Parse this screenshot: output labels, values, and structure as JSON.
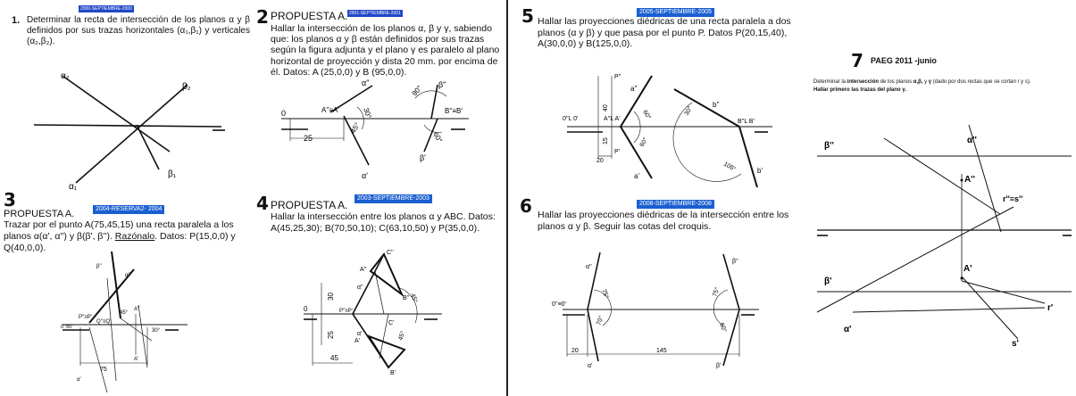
{
  "p1": {
    "num": "1.",
    "badge": "2000-SEPTIEMBRE-2000",
    "text": "Determinar la recta de intersección de los planos α y β definidos por sus trazas horizontales (α₁,β₁) y verticales (α₂,β₂).",
    "labels": {
      "a2": "α₂",
      "b2": "β₂",
      "b1": "β₁",
      "a1": "α₁"
    }
  },
  "p2": {
    "num": "2",
    "head": "PROPUESTA A.",
    "badge": "2001-SEPTIEMBRE-2001",
    "text": "Hallar la intersección de los planos α, β y γ, sabiendo que: los planos α y β están definidos por sus trazas según la figura adjunta y el plano γ es paralelo al plano horizontal de proyección y dista 20 mm. por encima de él. Datos: A (25,0,0) y B (95,0,0).",
    "labels": {
      "o": "0",
      "a2": "α''",
      "b2": "β''",
      "a1": "α'",
      "b1": "β'",
      "aa": "A''≡A'",
      "bb": "B''≡B'",
      "d25": "25",
      "g30": "30°",
      "g45": "45°",
      "g60": "60°",
      "g90": "90°"
    }
  },
  "p3": {
    "num": "3",
    "head": "PROPUESTA A.",
    "badge": "2004-RESERVA2- 2004",
    "text_a": "Trazar por el punto A(75,45,15) una recta paralela a los planos α(α', α'') y β(β', β''). ",
    "text_u": "Razónalo",
    "text_b": ". Datos: P(15,0,0) y Q(40,0,0).",
    "labels": {
      "o": "0''≡0'",
      "p": "P''≡P'",
      "q": "Q''≡Q'",
      "a2": "A''",
      "a1": "A'",
      "d75": "75",
      "g45": "45°",
      "g30": "30°",
      "b2": "β''",
      "a2t": "α''",
      "a1t": "α'"
    }
  },
  "p4": {
    "num": "4",
    "head": "PROPUESTA A.",
    "badge": "2003-SEPTIEMBRE-2003",
    "text": "Hallar la intersección entre los planos α y ABC. Datos: A(45,25,30); B(70,50,10); C(63,10,50) y P(35,0,0).",
    "labels": {
      "o": "0",
      "c2": "C''",
      "a2": "A''",
      "b2": "B''",
      "c1": "C'",
      "a1": "A'",
      "b1": "B'",
      "p": "P''≡P'",
      "al2": "α''",
      "al1": "α'",
      "d30": "30",
      "d25": "25",
      "d45": "45",
      "g45a": "45°",
      "g45b": "45°"
    }
  },
  "p5": {
    "num": "5",
    "badge": "2005-SEPTIEMBRE-2005",
    "text": "Hallar las proyecciones diédricas de una recta paralela a dos planos (α y β) y que pasa por el punto P. Datos P(20,15,40), A(30,0,0) y B(125,0,0).",
    "labels": {
      "p2": "P''",
      "p1": "P'",
      "o": "0''L 0'",
      "aa": "A''L A'",
      "bb": "B''L B'",
      "a2": "a''",
      "b2": "b''",
      "a1": "a'",
      "b1": "b'",
      "d40": "40",
      "d15": "15",
      "d20": "20",
      "g60a": "60°",
      "g60b": "60°",
      "g30": "30°",
      "g105": "105°"
    }
  },
  "p6": {
    "num": "6",
    "badge": "2008-SEPTIEMBRE-2008",
    "text": "Hallar las proyecciones diédricas de la intersección entre los planos α y β. Seguir las cotas del croquis.",
    "labels": {
      "o": "0''≡0'",
      "a2": "α''",
      "a1": "α'",
      "b2": "β''",
      "b1": "β'",
      "d20": "20",
      "d145": "145",
      "g75a": "75°",
      "g70a": "70°",
      "g75b": "75°",
      "g60b": "60°"
    }
  },
  "p7": {
    "num": "7",
    "head": "PAEG 2011 -junio",
    "text_a": "Determinar la ",
    "text_b": "intersección",
    "text_c": " de los planos ",
    "text_d": "α,β,",
    "text_e": " y ",
    "text_f": "γ",
    "text_g": " (dado por dos rectas que se cortan r y s).",
    "text_h": "Hallar primero las trazas del plano γ.",
    "labels": {
      "a2": "α''",
      "b2": "β''",
      "A2": "A''",
      "rs": "r''≡s''",
      "A1": "A'",
      "b1": "β'",
      "r1": "r'",
      "a1": "α'",
      "s1": "s'"
    }
  }
}
